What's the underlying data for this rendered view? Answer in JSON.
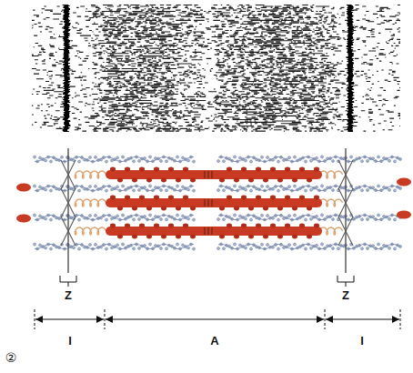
{
  "diagram": {
    "labels": [
      "Z",
      "Z",
      "I",
      "A",
      "I",
      "②"
    ]
  }
}
